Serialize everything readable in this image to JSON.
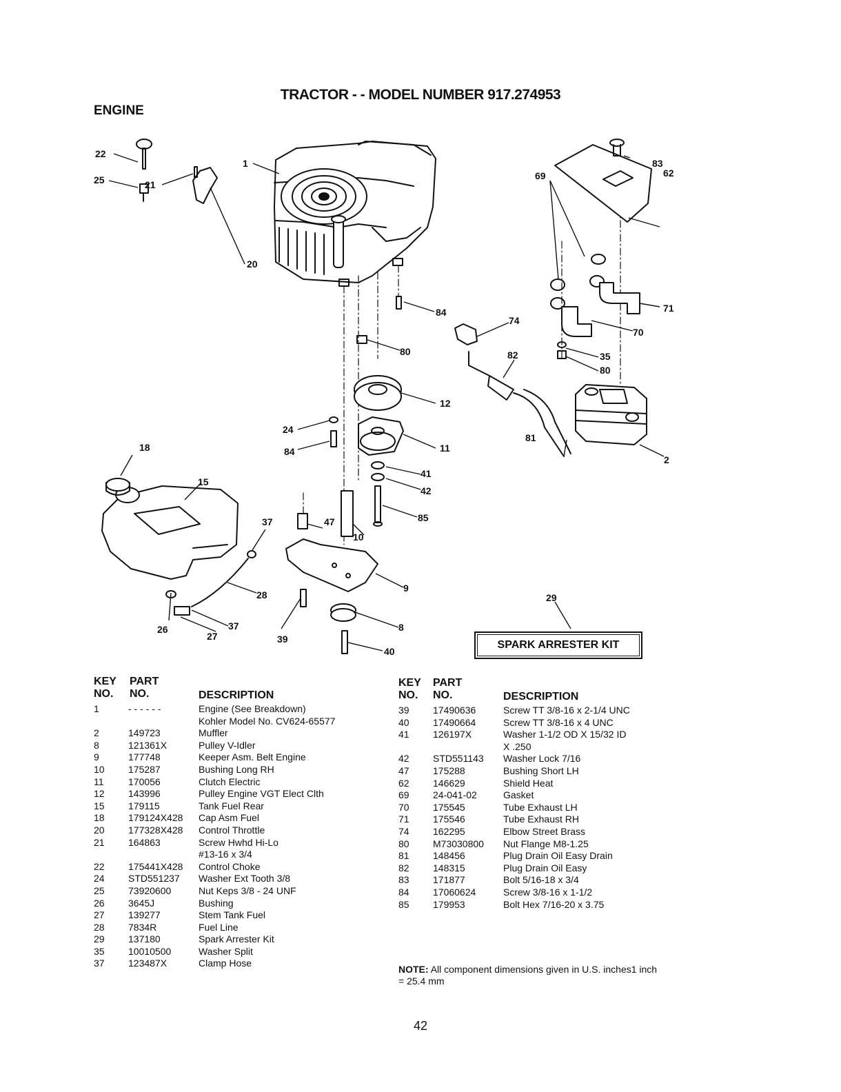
{
  "header": {
    "title": "TRACTOR - - MODEL NUMBER 917.274953",
    "section": "ENGINE"
  },
  "diagram": {
    "callouts": [
      "1",
      "2",
      "8",
      "9",
      "10",
      "11",
      "12",
      "15",
      "18",
      "20",
      "21",
      "22",
      "24",
      "25",
      "26",
      "27",
      "28",
      "29",
      "35",
      "37",
      "37",
      "39",
      "40",
      "41",
      "42",
      "47",
      "62",
      "69",
      "70",
      "71",
      "74",
      "80",
      "80",
      "81",
      "82",
      "83",
      "84",
      "84",
      "85"
    ],
    "kit_label": "SPARK ARRESTER KIT"
  },
  "table_headers": {
    "key": "KEY",
    "part": "PART",
    "no": "NO.",
    "no2": "NO.",
    "description": "DESCRIPTION"
  },
  "parts_left": [
    {
      "key": "1",
      "part": "- - - - - -",
      "desc": "Engine (See Breakdown)"
    },
    {
      "key": "",
      "part": "",
      "desc": "Kohler Model No. CV624-65577"
    },
    {
      "key": "2",
      "part": "149723",
      "desc": "Muffler"
    },
    {
      "key": "8",
      "part": "121361X",
      "desc": "Pulley V-Idler"
    },
    {
      "key": "9",
      "part": "177748",
      "desc": "Keeper Asm. Belt Engine"
    },
    {
      "key": "10",
      "part": "175287",
      "desc": "Bushing Long RH"
    },
    {
      "key": "11",
      "part": "170056",
      "desc": "Clutch Electric"
    },
    {
      "key": "12",
      "part": "143996",
      "desc": "Pulley Engine VGT Elect Clth"
    },
    {
      "key": "15",
      "part": "179115",
      "desc": "Tank Fuel Rear"
    },
    {
      "key": "18",
      "part": "179124X428",
      "desc": "Cap Asm Fuel"
    },
    {
      "key": "20",
      "part": "177328X428",
      "desc": "Control Throttle"
    },
    {
      "key": "21",
      "part": "164863",
      "desc": "Screw Hwhd Hi-Lo"
    },
    {
      "key": "",
      "part": "",
      "desc": "#13-16 x 3/4"
    },
    {
      "key": "22",
      "part": "175441X428",
      "desc": "Control Choke"
    },
    {
      "key": "24",
      "part": "STD551237",
      "desc": "Washer Ext Tooth 3/8"
    },
    {
      "key": "25",
      "part": "73920600",
      "desc": "Nut Keps 3/8 - 24 UNF"
    },
    {
      "key": "26",
      "part": "3645J",
      "desc": "Bushing"
    },
    {
      "key": "27",
      "part": "139277",
      "desc": "Stem Tank Fuel"
    },
    {
      "key": "28",
      "part": "7834R",
      "desc": "Fuel Line"
    },
    {
      "key": "29",
      "part": "137180",
      "desc": "Spark Arrester Kit"
    },
    {
      "key": "35",
      "part": "10010500",
      "desc": "Washer Split"
    },
    {
      "key": "37",
      "part": "123487X",
      "desc": "Clamp Hose"
    }
  ],
  "parts_right": [
    {
      "key": "39",
      "part": "17490636",
      "desc": "Screw TT 3/8-16 x 2-1/4 UNC"
    },
    {
      "key": "40",
      "part": "17490664",
      "desc": "Screw TT 3/8-16 x 4 UNC"
    },
    {
      "key": "41",
      "part": "126197X",
      "desc": "Washer 1-1/2 OD X 15/32 ID"
    },
    {
      "key": "",
      "part": "",
      "desc": "X .250"
    },
    {
      "key": "42",
      "part": "STD551143",
      "desc": "Washer Lock 7/16"
    },
    {
      "key": "47",
      "part": "175288",
      "desc": "Bushing Short LH"
    },
    {
      "key": "62",
      "part": "146629",
      "desc": "Shield Heat"
    },
    {
      "key": "69",
      "part": "24-041-02",
      "desc": "Gasket"
    },
    {
      "key": "70",
      "part": "175545",
      "desc": "Tube Exhaust LH"
    },
    {
      "key": "71",
      "part": "175546",
      "desc": "Tube Exhaust RH"
    },
    {
      "key": "74",
      "part": "162295",
      "desc": "Elbow Street Brass"
    },
    {
      "key": "80",
      "part": "M73030800",
      "desc": "Nut Flange M8-1.25"
    },
    {
      "key": "81",
      "part": "148456",
      "desc": "Plug Drain Oil Easy Drain"
    },
    {
      "key": "82",
      "part": "148315",
      "desc": "Plug Drain Oil Easy"
    },
    {
      "key": "83",
      "part": "171877",
      "desc": "Bolt 5/16-18 x 3/4"
    },
    {
      "key": "84",
      "part": "17060624",
      "desc": "Screw 3/8-16 x 1-1/2"
    },
    {
      "key": "85",
      "part": "179953",
      "desc": "Bolt Hex 7/16-20 x 3.75"
    }
  ],
  "note": {
    "label": "NOTE:",
    "text": "All component dimensions given in U.S. inches1 inch = 25.4 mm"
  },
  "page_number": "42"
}
